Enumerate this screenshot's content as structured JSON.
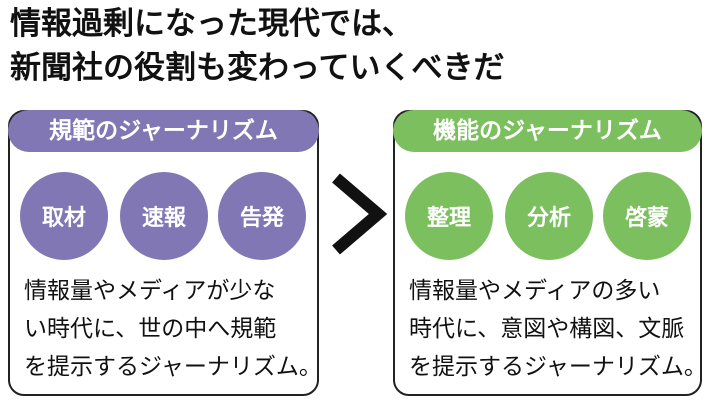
{
  "headline": {
    "line1": "情報過剰になった現代では、",
    "line2": "新聞社の役割も変わっていくべきだ"
  },
  "left_panel": {
    "title": "規範のジャーナリズム",
    "circles": [
      "取材",
      "速報",
      "告発"
    ],
    "description": [
      "情報量やメディアが少な",
      "い時代に、世の中へ規範",
      "を提示するジャーナリズム。"
    ]
  },
  "right_panel": {
    "title": "機能のジャーナリズム",
    "circles": [
      "整理",
      "分析",
      "啓蒙"
    ],
    "description": [
      "情報量やメディアの多い",
      "時代に、意図や構図、文脈",
      "を提示するジャーナリズム。"
    ]
  },
  "arrow_icon": "chevron-right-icon",
  "colors": {
    "left_accent": "#8077b4",
    "right_accent": "#7cbf5f",
    "text": "#111111"
  }
}
